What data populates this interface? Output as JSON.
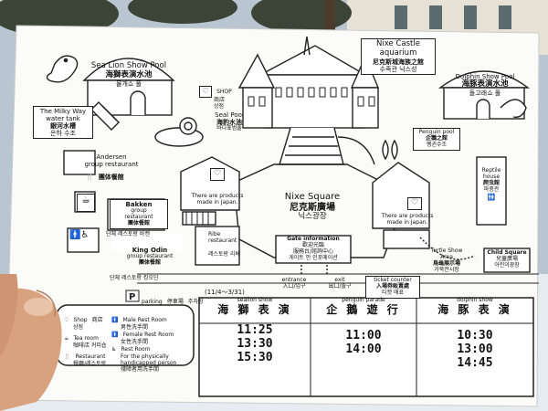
{
  "map": {
    "sea_lion_pool": {
      "en": "Sea Lion Show Pool",
      "zh": "海獅表演水池",
      "ko": "물개쇼 풀"
    },
    "milky_way": {
      "en1": "The Milky Way",
      "en2": "water tank",
      "zh": "銀河水槽",
      "ko": "은하 수조"
    },
    "seal_pool": {
      "en": "Seal Pool",
      "zh": "海豹水池",
      "ko": "바다표범풀"
    },
    "shop": {
      "en": "SHOP",
      "zh": "商店",
      "ko": "상점"
    },
    "castle": {
      "en1": "Nixe Castle",
      "en2": "aquarium",
      "zh": "尼克斯城海族之館",
      "ko": "수족관 닉스성"
    },
    "dolphin_pool": {
      "en": "Dolphin Show Pool",
      "zh": "海豚表演水池",
      "ko": "돌고래쇼 풀"
    },
    "penguin_pool": {
      "en": "Penguin pool",
      "zh": "企鵝之館",
      "ko": "펭귄수조"
    },
    "andersen": {
      "en1": "Andersen",
      "en2": "group restaurant",
      "zh": "團体餐館"
    },
    "bakken": {
      "en1": "Bakken",
      "en2": "group",
      "en3": "restaurant",
      "zh": "團体餐館",
      "ko": "단체 레스토랑 바켄"
    },
    "king_odin": {
      "en1": "King Odin",
      "en2": "group restaurant",
      "zh": "團体餐館",
      "ko": "단체 레스토랑 킹오딘"
    },
    "products_left": {
      "l1": "There are products",
      "l2": "made in Japan."
    },
    "products_right": {
      "l1": "There are products",
      "l2": "made in Japan."
    },
    "ribe": {
      "en1": "Ribe",
      "en2": "restaurant",
      "ko": "레스토랑 리베"
    },
    "square": {
      "en": "Nixe  Square",
      "zh": "尼克斯廣場",
      "ko": "닉스광장"
    },
    "gate": {
      "en": "Gate information",
      "zh1": "歡迎光臨",
      "zh2": "服務台/諮詢中心",
      "ko": "게이트 안 인포메이션"
    },
    "entrance": {
      "en": "entrance",
      "zh": "入口/입구"
    },
    "exit": {
      "en": "exit",
      "zh": "出口/출구"
    },
    "ticket": {
      "en": "ticket counter",
      "zh": "入場券販賣處",
      "ko": "티켓 매표"
    },
    "turtle": {
      "en1": "Turtle Show",
      "en2": "Area",
      "zh": "烏龜展示場",
      "ko": "거북전시장"
    },
    "reptile": {
      "en1": "Reptile",
      "en2": "house",
      "zh": "爬虫館",
      "ko": "파충관"
    },
    "child_square": {
      "en": "Child Square",
      "zh": "兒童廣場",
      "ko": "어린이광장"
    },
    "parking": {
      "en": "parking",
      "zh": "停車場",
      "ko": "주차장"
    },
    "dates": "(11/4〜3/31)",
    "legend": {
      "shop": {
        "en": "Shop",
        "zh": "商店",
        "ko": "상점"
      },
      "tea": {
        "en": "Tea room",
        "zh": "咖啡店",
        "ko": "커피숍"
      },
      "restaurant": {
        "en": "Restaurant",
        "zh": "餐廳",
        "ko": "레스토랑"
      },
      "male": {
        "en": "Male Rest Room",
        "zh": "男性洗手間"
      },
      "female": {
        "en": "Female Rest Room",
        "zh": "女性洗手間"
      },
      "physical": {
        "en1": "Rest Room",
        "en2": "For the physically",
        "en3": "handicapped person",
        "zh": "殘障者用洗手間"
      }
    }
  },
  "schedule": {
    "sealion": {
      "label": "sealion  show",
      "zh": "海 獅 表 演",
      "times": [
        "11:25",
        "13:30",
        "15:30"
      ]
    },
    "penguin": {
      "label": "penguin  parade",
      "zh": "企 鵝 遊 行",
      "times": [
        "11:00",
        "14:00"
      ]
    },
    "dolphin": {
      "label": "dolphin  show",
      "zh": "海 豚 表 演",
      "times": [
        "10:30",
        "13:00",
        "14:45"
      ]
    }
  }
}
